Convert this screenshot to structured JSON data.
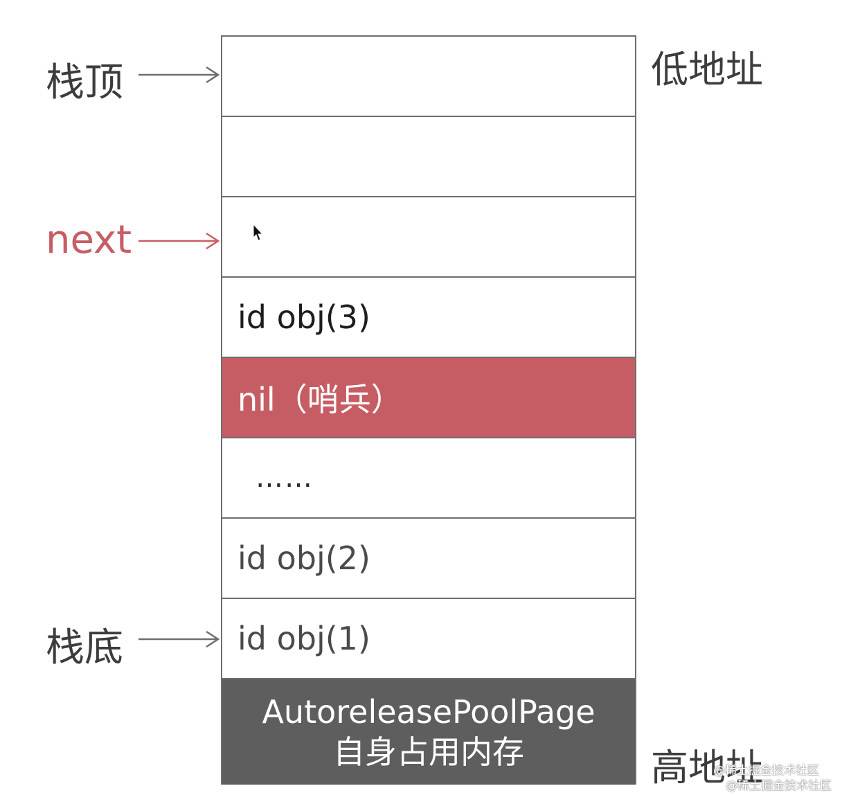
{
  "labels": {
    "stack_top": "栈顶",
    "next": "next",
    "stack_bottom": "栈底",
    "low_address": "低地址",
    "high_address": "高地址"
  },
  "cells": {
    "cell_1": "",
    "cell_2": "",
    "cell_3": "",
    "obj3": "id obj(3)",
    "sentinel": "nil（哨兵）",
    "ellipsis": "……",
    "obj2": "id obj(2)",
    "obj1": "id obj(1)",
    "self_line1": "AutoreleasePoolPage",
    "self_line2": "自身占用内存"
  },
  "watermark": {
    "line1": "@稀土掘金技术社区",
    "line2": "@稀土掘金技术社区"
  },
  "colors": {
    "sentinel": "#c75d64",
    "next_label": "#c75d64",
    "page_self": "#5e5e5e",
    "border": "#6e6e6e",
    "arrow_gray": "#6e6e6e"
  },
  "icons": {
    "cursor": "mouse-pointer-icon"
  }
}
